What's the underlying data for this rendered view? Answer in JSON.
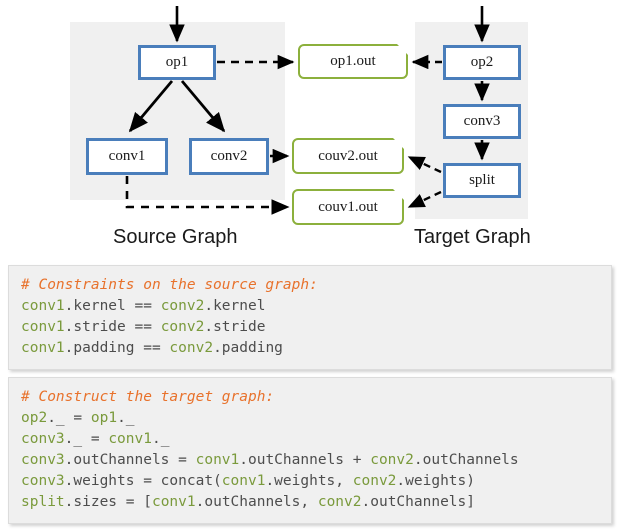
{
  "diagram": {
    "panels": [
      {
        "name": "source-panel",
        "caption": "Source Graph"
      },
      {
        "name": "target-panel",
        "caption": "Target Graph"
      }
    ],
    "nodes": {
      "op1": "op1",
      "conv1": "conv1",
      "conv2": "conv2",
      "op2": "op2",
      "conv3": "conv3",
      "split": "split",
      "op1_out": "op1.out",
      "couv2_out": "couv2.out",
      "couv1_out": "couv1.out"
    },
    "colors": {
      "op_border": "#4a7ebb",
      "out_border": "#8cb03c",
      "panel_bg": "#f0f0f0",
      "edge": "#000000"
    },
    "edges": [
      {
        "from": "input",
        "to": "op1",
        "style": "solid"
      },
      {
        "from": "op1",
        "to": "conv1",
        "style": "solid"
      },
      {
        "from": "op1",
        "to": "conv2",
        "style": "solid"
      },
      {
        "from": "op1",
        "to": "op1.out",
        "style": "dashed"
      },
      {
        "from": "op2",
        "to": "op1.out",
        "style": "dashed"
      },
      {
        "from": "conv2",
        "to": "couv2.out",
        "style": "dashed"
      },
      {
        "from": "conv1",
        "to": "couv1.out",
        "style": "dashed"
      },
      {
        "from": "input",
        "to": "op2",
        "style": "solid"
      },
      {
        "from": "op2",
        "to": "conv3",
        "style": "solid"
      },
      {
        "from": "conv3",
        "to": "split",
        "style": "solid"
      },
      {
        "from": "split",
        "to": "couv2.out",
        "style": "dashed"
      },
      {
        "from": "split",
        "to": "couv1.out",
        "style": "dashed"
      }
    ]
  },
  "code": {
    "constraints": {
      "name": "Constraints on the source graph",
      "lines": [
        [
          {
            "t": "# Constraints on the source graph:",
            "c": "cm"
          }
        ],
        [
          {
            "t": "conv1",
            "c": "id"
          },
          {
            "t": ".kernel == ",
            "c": "at"
          },
          {
            "t": "conv2",
            "c": "id"
          },
          {
            "t": ".kernel",
            "c": "at"
          }
        ],
        [
          {
            "t": "conv1",
            "c": "id"
          },
          {
            "t": ".stride == ",
            "c": "at"
          },
          {
            "t": "conv2",
            "c": "id"
          },
          {
            "t": ".stride",
            "c": "at"
          }
        ],
        [
          {
            "t": "conv1",
            "c": "id"
          },
          {
            "t": ".padding == ",
            "c": "at"
          },
          {
            "t": "conv2",
            "c": "id"
          },
          {
            "t": ".padding",
            "c": "at"
          }
        ]
      ]
    },
    "construct": {
      "name": "Construct the target graph",
      "lines": [
        [
          {
            "t": "# Construct the target graph:",
            "c": "cm"
          }
        ],
        [
          {
            "t": "op2",
            "c": "id"
          },
          {
            "t": "._ = ",
            "c": "at"
          },
          {
            "t": "op1",
            "c": "id"
          },
          {
            "t": "._",
            "c": "at"
          }
        ],
        [
          {
            "t": "conv3",
            "c": "id"
          },
          {
            "t": "._ = ",
            "c": "at"
          },
          {
            "t": "conv1",
            "c": "id"
          },
          {
            "t": "._",
            "c": "at"
          }
        ],
        [
          {
            "t": "conv3",
            "c": "id"
          },
          {
            "t": ".outChannels = ",
            "c": "at"
          },
          {
            "t": "conv1",
            "c": "id"
          },
          {
            "t": ".outChannels + ",
            "c": "at"
          },
          {
            "t": "conv2",
            "c": "id"
          },
          {
            "t": ".outChannels",
            "c": "at"
          }
        ],
        [
          {
            "t": "conv3",
            "c": "id"
          },
          {
            "t": ".weights = concat(",
            "c": "at"
          },
          {
            "t": "conv1",
            "c": "id"
          },
          {
            "t": ".weights, ",
            "c": "at"
          },
          {
            "t": "conv2",
            "c": "id"
          },
          {
            "t": ".weights)",
            "c": "at"
          }
        ],
        [
          {
            "t": "split",
            "c": "id"
          },
          {
            "t": ".sizes = [",
            "c": "at"
          },
          {
            "t": "conv1",
            "c": "id"
          },
          {
            "t": ".outChannels, ",
            "c": "at"
          },
          {
            "t": "conv2",
            "c": "id"
          },
          {
            "t": ".outChannels]",
            "c": "at"
          }
        ]
      ]
    }
  }
}
